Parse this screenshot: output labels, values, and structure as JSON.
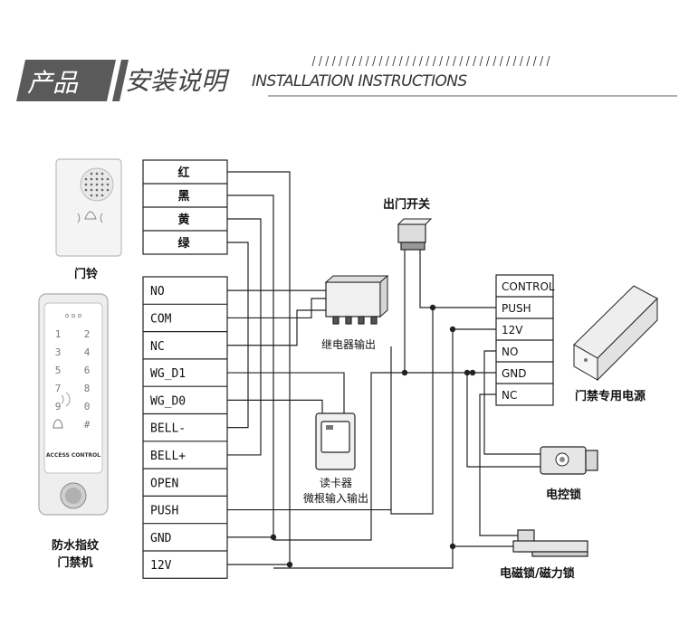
{
  "header": {
    "badge": "产品",
    "title_cn": "安装说明",
    "title_en": "INSTALLATION INSTRUCTIONS"
  },
  "devices": {
    "doorbell": "门铃",
    "access_panel_brand": "ACCESS CONTROL",
    "access_panel_label": "防水指纹\n门禁机",
    "relay": "继电器输出",
    "card_reader": "读卡器\n微根输入输出",
    "exit_button": "出门开关",
    "power_supply": "门禁专用电源",
    "electric_lock": "电控锁",
    "mag_lock": "电磁锁/磁力锁"
  },
  "keypad": [
    "1",
    "2",
    "3",
    "4",
    "5",
    "6",
    "7",
    "8",
    "9",
    "0",
    "bell",
    "#"
  ],
  "terminal_colors": [
    "红",
    "黑",
    "黄",
    "绿"
  ],
  "terminals": [
    "NO",
    "COM",
    "NC",
    "WG_D1",
    "WG_D0",
    "BELL-",
    "BELL+",
    "OPEN",
    "PUSH",
    "GND",
    "12V"
  ],
  "power_terminals": [
    "CONTROL",
    "PUSH",
    "12V",
    "NO",
    "GND",
    "NC"
  ],
  "style": {
    "badge_bg": "#5a5a5a",
    "line": "#222222",
    "device_fill": "#f0f0f0"
  }
}
